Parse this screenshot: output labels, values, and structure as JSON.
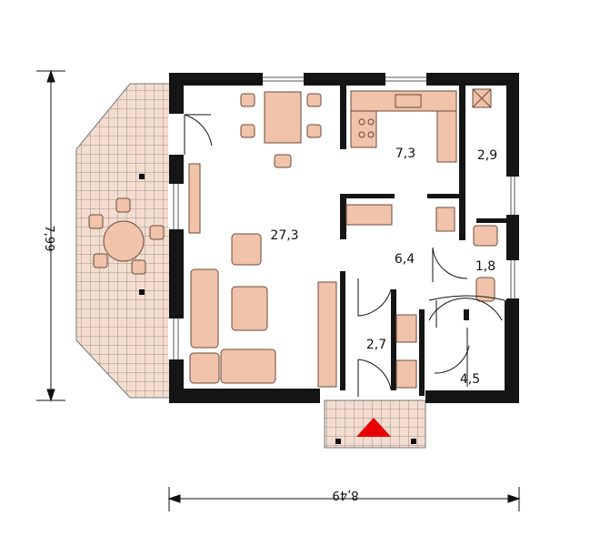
{
  "rooms": {
    "living": "27,3",
    "kitchen": "7,3",
    "pantry": "2,9",
    "hall": "6,4",
    "wc": "1,8",
    "entry": "2,7",
    "stairs": "4,5"
  },
  "dimensions": {
    "width": "8,49",
    "depth": "7,99"
  },
  "colors": {
    "wall": "#151515",
    "furniture": "#f0c3aa",
    "terrace": "#f2ddd0",
    "tile_line": "#8b7b70",
    "entry_marker": "#e60000",
    "window_line": "#555555"
  }
}
